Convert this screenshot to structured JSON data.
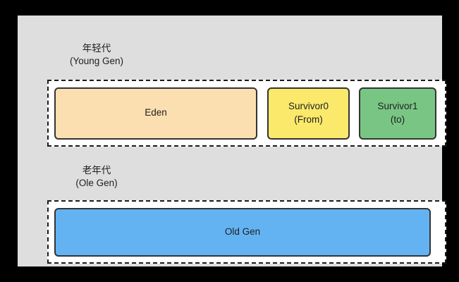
{
  "diagram": {
    "title_name": "jvm-heap-memory-layout",
    "colors": {
      "canvas_background": "#000000",
      "heap_panel_background": "#DEDEDE",
      "container_background": "#FFFFFF",
      "container_border": "#1a1a1a",
      "box_border": "#333333",
      "eden_fill": "#FCDFB0",
      "survivor0_fill": "#FBE96B",
      "survivor1_fill": "#79C684",
      "old_gen_fill": "#63B3F3",
      "text": "#1f1f1f"
    }
  },
  "young_gen": {
    "label_cn": "年轻代",
    "label_en": "(Young Gen)",
    "regions": [
      {
        "name": "Eden",
        "sub": ""
      },
      {
        "name": "Survivor0",
        "sub": "(From)"
      },
      {
        "name": "Survivor1",
        "sub": "(to)"
      }
    ]
  },
  "old_gen": {
    "label_cn": "老年代",
    "label_en": "(Ole Gen)",
    "regions": [
      {
        "name": "Old Gen",
        "sub": ""
      }
    ]
  }
}
